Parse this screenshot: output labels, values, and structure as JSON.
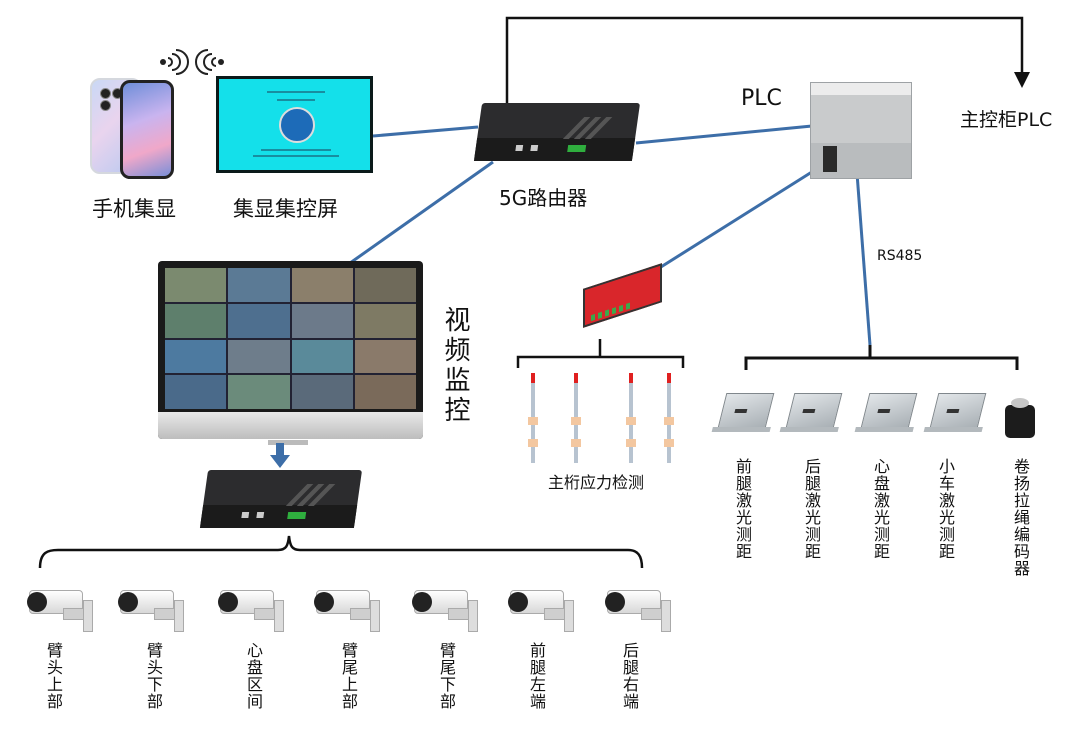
{
  "nodes": {
    "plc_main": "主控柜PLC",
    "plc": "PLC",
    "router": "5G路由器",
    "phone": "手机集显",
    "screen": "集显集控屏",
    "video": "视频监控",
    "stress": "主桁应力检测",
    "rs485": "RS485"
  },
  "sensors": [
    {
      "label": "前腿激光测距"
    },
    {
      "label": "后腿激光测距"
    },
    {
      "label": "心盘激光测距"
    },
    {
      "label": "小车激光测距"
    },
    {
      "label": "卷扬拉绳编码器"
    }
  ],
  "cameras": [
    {
      "label": "臂头上部"
    },
    {
      "label": "臂头下部"
    },
    {
      "label": "心盘区间"
    },
    {
      "label": "臂尾上部"
    },
    {
      "label": "臂尾下部"
    },
    {
      "label": "前腿左端"
    },
    {
      "label": "后腿右端"
    }
  ],
  "colors": {
    "link": "#3d6ea8",
    "bracket": "#111111",
    "signal": "#333333"
  }
}
